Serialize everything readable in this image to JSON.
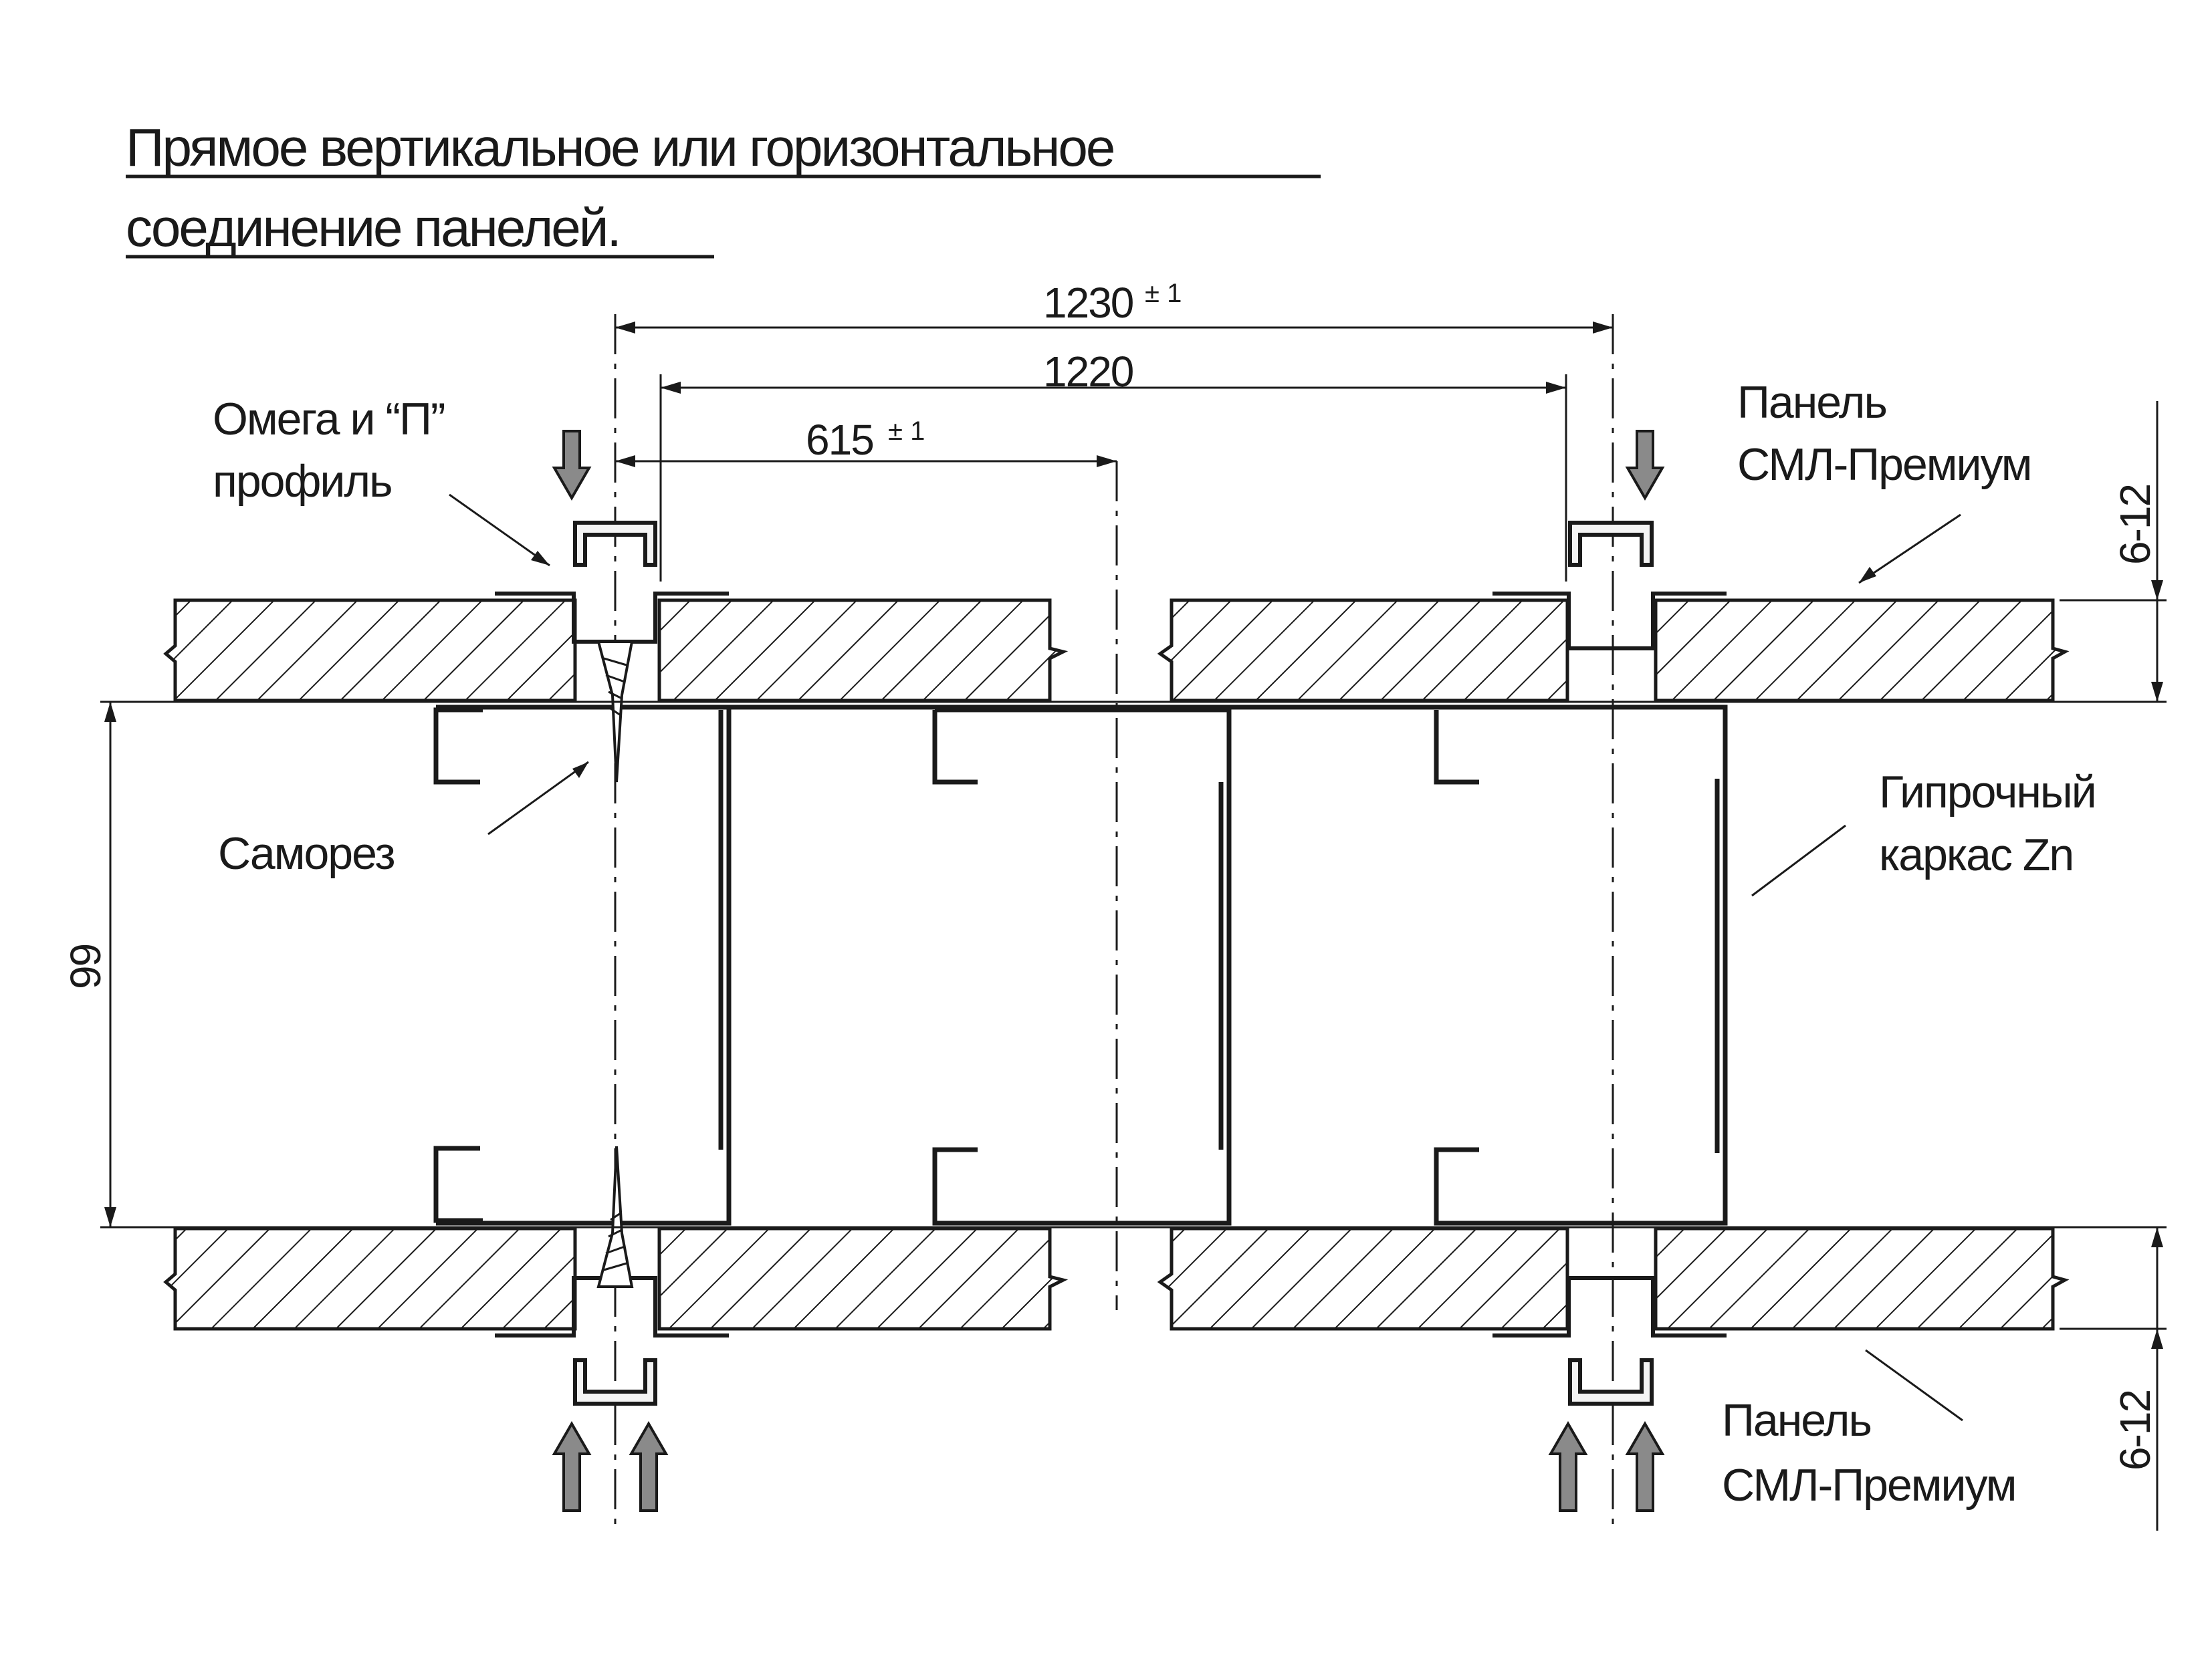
{
  "title": {
    "line1": "Прямое вертикальное или горизонтальное",
    "line2": "соединение панелей."
  },
  "dimensions": {
    "d1230": "1230",
    "d1230_tol": "± 1",
    "d1220": "1220",
    "d615": "615",
    "d615_tol": "± 1",
    "d99": "99",
    "d6_12_top": "6-12",
    "d6_12_bottom": "6-12"
  },
  "labels": {
    "omega_line1": "Омега и “П”",
    "omega_line2": "профиль",
    "screw": "Саморез",
    "panel_top_line1": "Панель",
    "panel_top_line2": "СМЛ-Премиум",
    "frame_line1": "Гипрочный",
    "frame_line2": "каркас Zn",
    "panel_bottom_line1": "Панель",
    "panel_bottom_line2": "СМЛ-Премиум"
  }
}
